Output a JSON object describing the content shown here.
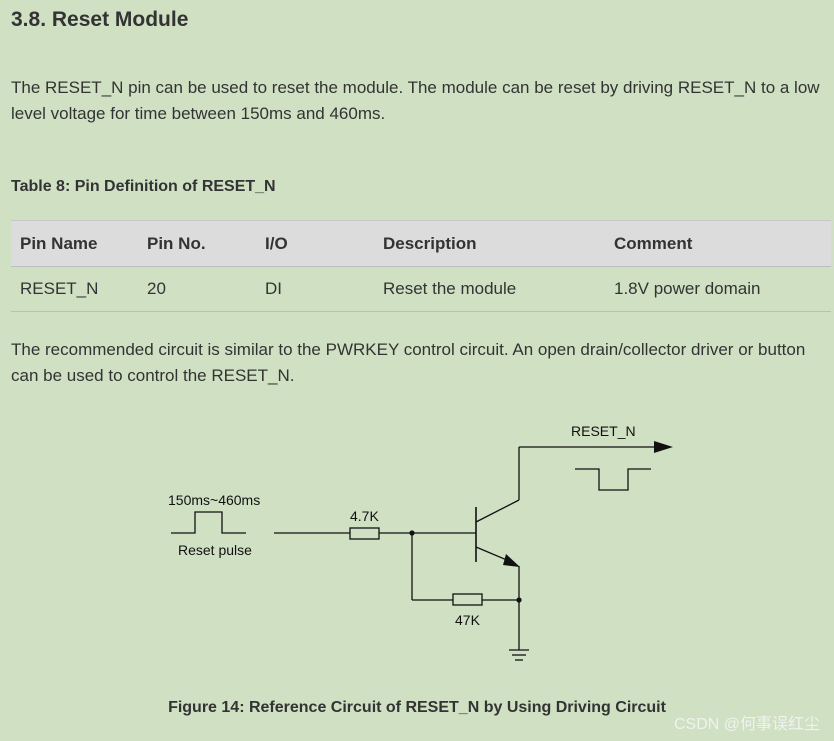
{
  "section": {
    "heading": "3.8. Reset Module",
    "intro": "The RESET_N pin can be used to reset the module. The module can be reset by driving RESET_N to a low level voltage for time between 150ms and 460ms.",
    "table_caption": "Table 8: Pin Definition of RESET_N",
    "after_table": "The recommended circuit is similar to the PWRKEY control circuit. An open drain/collector driver or button can be used to control the RESET_N."
  },
  "table": {
    "headers": [
      "Pin Name",
      "Pin No.",
      "I/O",
      "Description",
      "Comment"
    ],
    "rows": [
      [
        "RESET_N",
        "20",
        "DI",
        "Reset the module",
        "1.8V power domain"
      ]
    ]
  },
  "circuit": {
    "output_label": "RESET_N",
    "pulse_timing": "150ms~460ms",
    "pulse_label": "Reset pulse",
    "resistor1": "4.7K",
    "resistor2": "47K"
  },
  "figure_caption": "Figure 14: Reference Circuit of RESET_N by Using Driving Circuit",
  "watermark": "CSDN @何事误红尘"
}
